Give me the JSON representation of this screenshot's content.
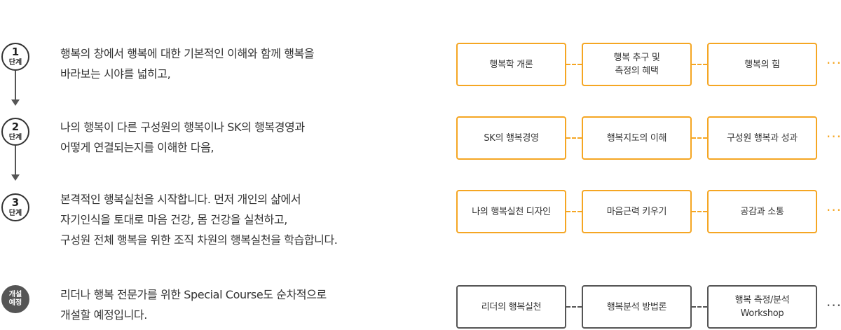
{
  "steps": [
    {
      "circle_num": "1",
      "circle_label": "단계",
      "desc_lines": [
        "행복의 창에서 행복에 대한 기본적인 이해와 함께 행복을",
        "바라보는 시야를 넓히고,"
      ],
      "boxes": [
        "행복학 개론",
        "행복 추구 및\n측정의 혜택",
        "행복의 힘"
      ]
    },
    {
      "circle_num": "2",
      "circle_label": "단계",
      "desc_lines": [
        "나의 행복이 다른 구성원의 행복이나 SK의 행복경영과",
        "어떻게 연결되는지를 이해한 다음,"
      ],
      "boxes": [
        "SK의 행복경영",
        "행복지도의 이해",
        "구성원 행복과 성과"
      ]
    },
    {
      "circle_num": "3",
      "circle_label": "단계",
      "desc_lines": [
        "본격적인 행복실천을 시작합니다. 먼저 개인의 삶에서",
        "자기인식을 토대로 마음 건강, 몸 건강을 실천하고,",
        "구성원 전체 행복을 위한 조직 차원의 행복실천을 학습합니다."
      ],
      "boxes": [
        "나의 행복실천 디자인",
        "마음근력 키우기",
        "공감과 소통"
      ]
    },
    {
      "circle_top": "개설",
      "circle_bottom": "예정",
      "desc_lines": [
        "리더나 행복 전문가를 위한 Special Course도 순차적으로",
        "개설할 예정입니다."
      ],
      "boxes": [
        "리더의 행복실천",
        "행복분석 방법론",
        "행복 측정/분석\nWorkshop"
      ]
    }
  ],
  "more_glyph": "···",
  "colors": {
    "accent": "#f5a623",
    "dark": "#555555",
    "text": "#333333"
  }
}
